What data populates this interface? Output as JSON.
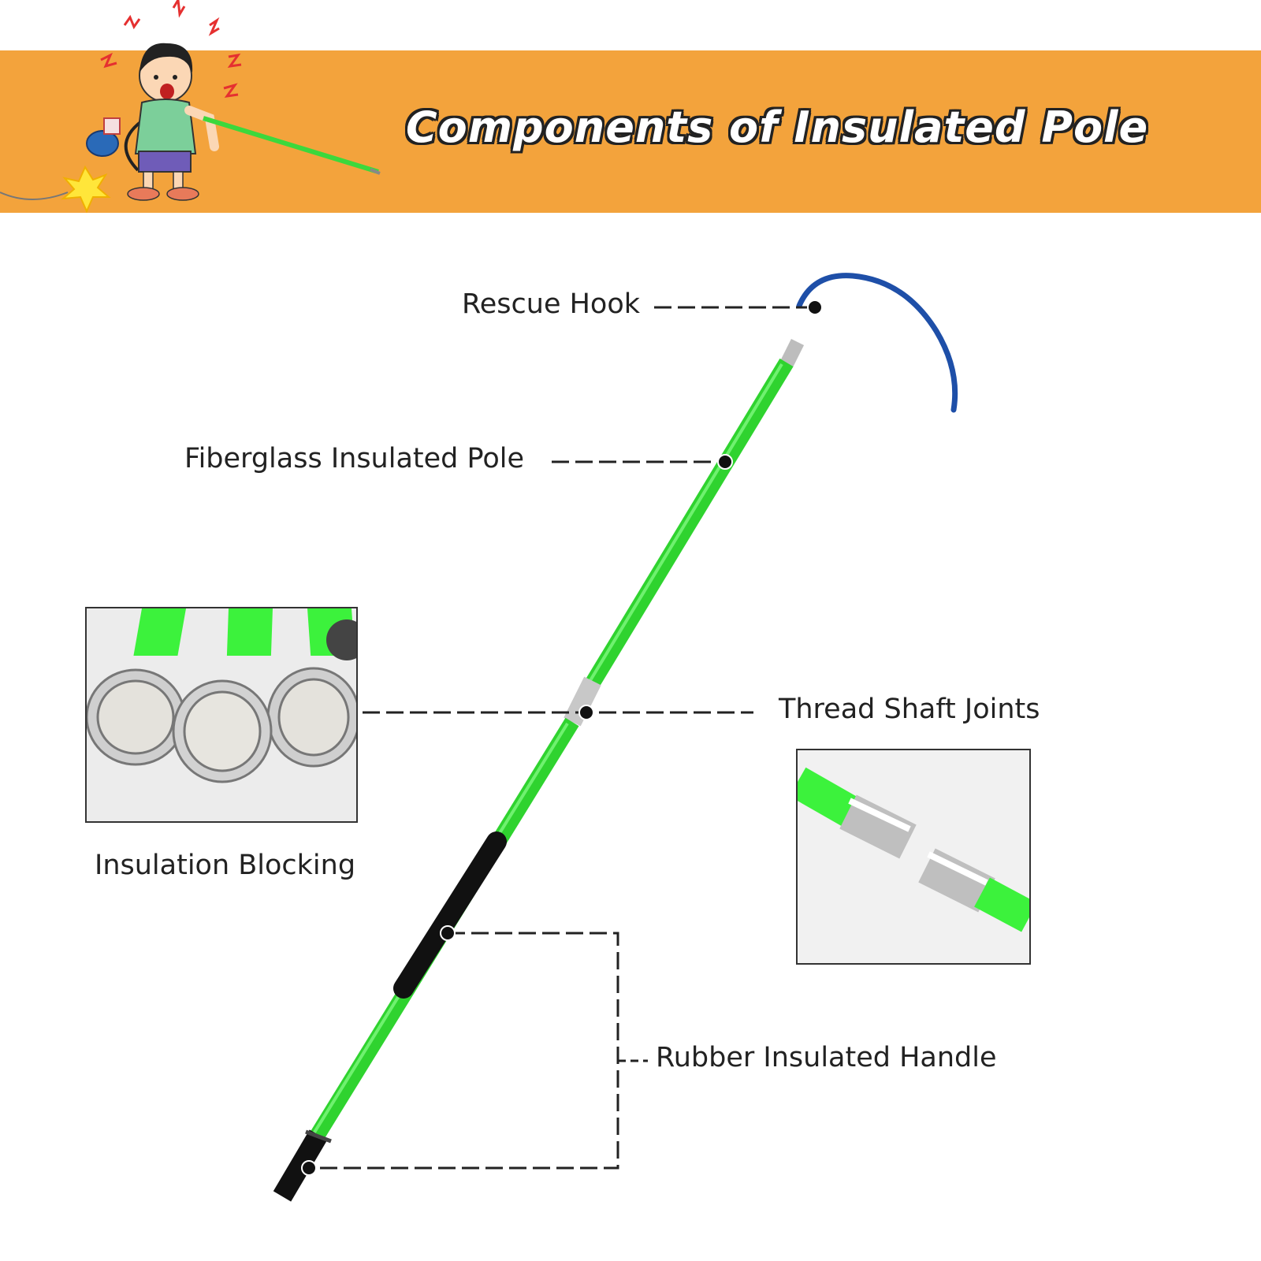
{
  "banner": {
    "title": "Components of Insulated Pole",
    "background_color": "#f3a33c",
    "illustration": "cartoon-boy-electric-shock"
  },
  "callouts": {
    "rescue_hook": "Rescue Hook",
    "fiberglass_pole": "Fiberglass Insulated Pole",
    "thread_shaft_joints": "Thread Shaft Joints",
    "insulation_blocking": "Insulation Blocking",
    "rubber_handle": "Rubber Insulated Handle"
  },
  "colors": {
    "pole_green": "#3cf23c",
    "hook_blue": "#1e4fa8",
    "handle_black": "#111111"
  }
}
